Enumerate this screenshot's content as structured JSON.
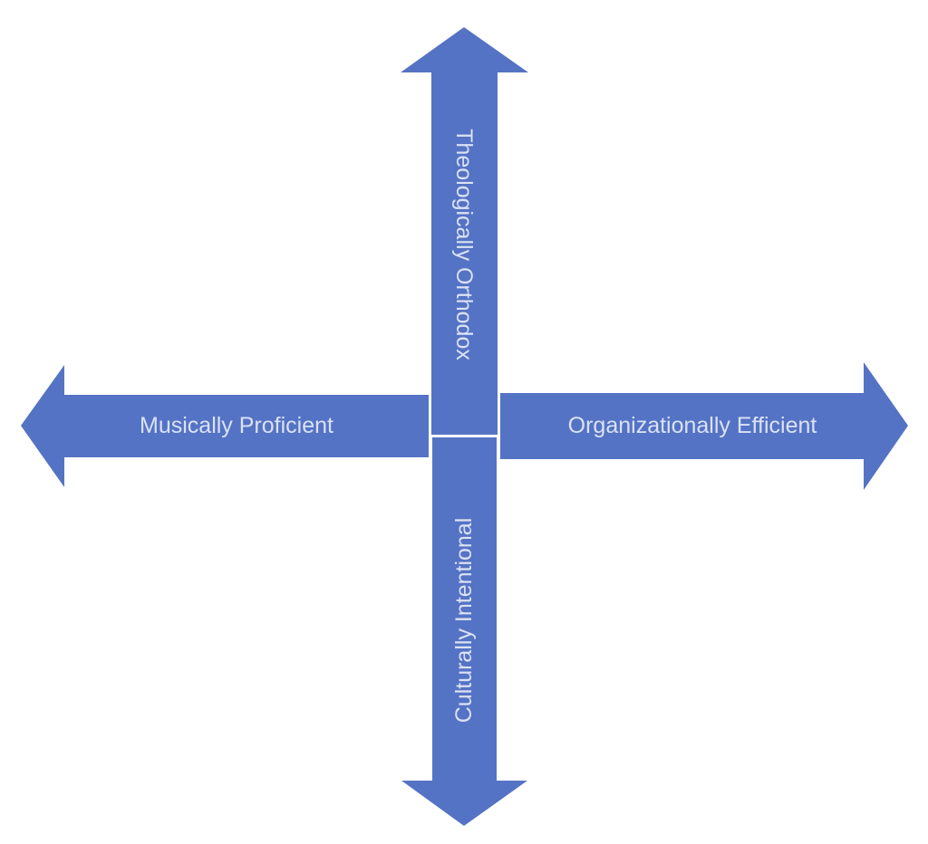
{
  "diagram": {
    "colors": {
      "arrow": "#5573c4",
      "text": "#d9e2f6"
    },
    "arrows": {
      "up": {
        "label": "Theologically Orthodox"
      },
      "down": {
        "label": "Culturally Intentional"
      },
      "left": {
        "label": "Musically Proficient"
      },
      "right": {
        "label": "Organizationally Efficient"
      }
    }
  }
}
